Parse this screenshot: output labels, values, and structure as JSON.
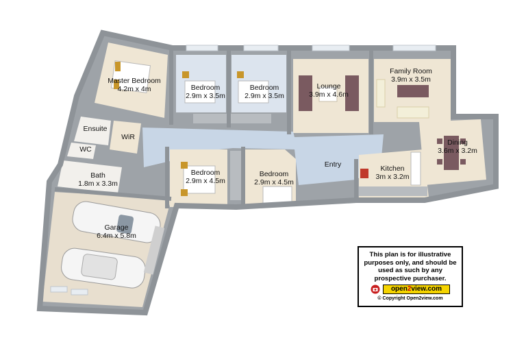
{
  "rooms": {
    "master_bedroom": {
      "name": "Master Bedroom",
      "size": "4.2m x 4m"
    },
    "bedroom_1": {
      "name": "Bedroom",
      "size": "2.9m x 3.5m"
    },
    "bedroom_2": {
      "name": "Bedroom",
      "size": "2.9m x 3.5m"
    },
    "lounge": {
      "name": "Lounge",
      "size": "3.9m x 4.6m"
    },
    "family_room": {
      "name": "Family Room",
      "size": "3.9m x 3.5m"
    },
    "ensuite": {
      "name": "Ensuite"
    },
    "wir": {
      "name": "WiR"
    },
    "wc": {
      "name": "WC"
    },
    "dining": {
      "name": "Dining",
      "size": "3.6m x 3.2m"
    },
    "entry": {
      "name": "Entry"
    },
    "bath": {
      "name": "Bath",
      "size": "1.8m x 3.3m"
    },
    "bedroom_3": {
      "name": "Bedroom",
      "size": "2.9m x 4.5m"
    },
    "bedroom_4": {
      "name": "Bedroom",
      "size": "2.9m x 4.5m"
    },
    "kitchen": {
      "name": "Kitchen",
      "size": "3m x 3.2m"
    },
    "garage": {
      "name": "Garage",
      "size": "6.4m x 5.8m"
    }
  },
  "notice": {
    "text": "This plan is for illustrative purposes only, and should be used as such by any prospective purchaser.",
    "logo_prefix": "open",
    "logo_two": "2",
    "logo_suffix": "view.com",
    "copyright": "© Copyright Open2view.com"
  },
  "colors": {
    "wall": "#8e9398",
    "floor": "#efe6d4",
    "hallway": "#c8d6e6",
    "bedroom_floor": "#dce4ee",
    "garage_floor": "#e8dfcf",
    "sofa": "#7a5a60",
    "logo_yellow": "#f5d400"
  }
}
